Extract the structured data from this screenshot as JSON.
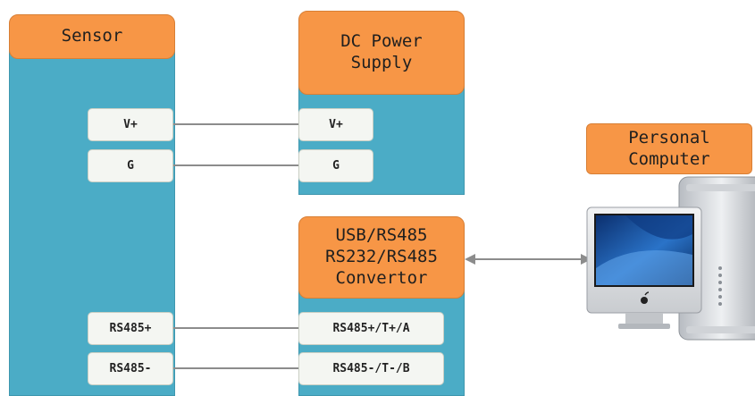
{
  "sensor": {
    "title": "Sensor",
    "pins": {
      "vplus": "V+",
      "g": "G",
      "rs485plus": "RS485+",
      "rs485minus": "RS485-"
    }
  },
  "power_supply": {
    "title": "DC Power\nSupply",
    "pins": {
      "vplus": "V+",
      "g": "G"
    }
  },
  "convertor": {
    "title": "USB/RS485\nRS232/RS485\nConvertor",
    "pins": {
      "rs485plus": "RS485+/T+/A",
      "rs485minus": "RS485-/T-/B"
    }
  },
  "computer": {
    "title": "Personal\nComputer",
    "icon": "desktop-computer-icon"
  },
  "colors": {
    "header_orange": "#f79646",
    "block_blue": "#4bacc6",
    "pin_fill": "#f4f6f2",
    "wire_gray": "#8c8c8c"
  }
}
